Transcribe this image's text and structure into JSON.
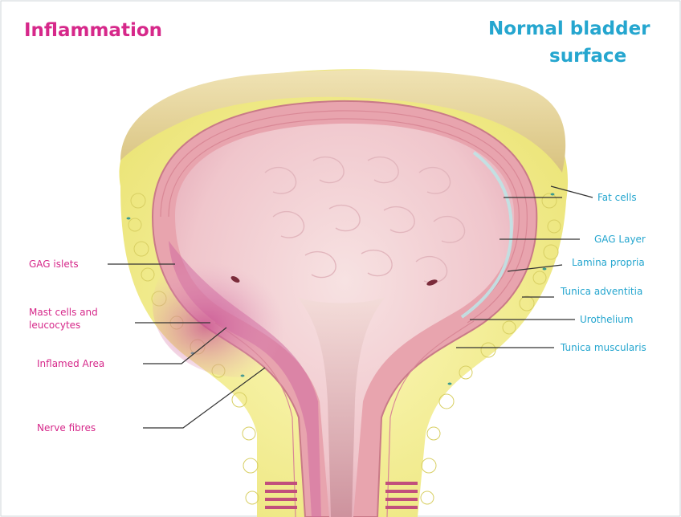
{
  "headers": {
    "left": "Inflammation",
    "right_line1": "Normal bladder",
    "right_line2": "surface"
  },
  "left_labels": {
    "gag_islets": "GAG islets",
    "mast_cells_line1": "Mast cells and",
    "mast_cells_line2": "leucocytes",
    "inflamed_area": "Inflamed Area",
    "nerve_fibres": "Nerve fibres"
  },
  "right_labels": {
    "fat_cells": "Fat cells",
    "gag_layer": "GAG Layer",
    "lamina_propria": "Lamina propria",
    "tunica_adventitia": "Tunica adventitia",
    "urothelium": "Urothelium",
    "tunica_muscularis": "Tunica muscularis"
  },
  "colors": {
    "inflammation_label": "#d6288a",
    "normal_label": "#25a6cf",
    "fat_tissue": "#f2ec8e",
    "outer_tissue": "#e8d8a0",
    "bladder_wall": "#e7a9b4",
    "lumen": "#f4d3d7",
    "inflamed": "#d873a6",
    "leader_line": "#333333"
  }
}
